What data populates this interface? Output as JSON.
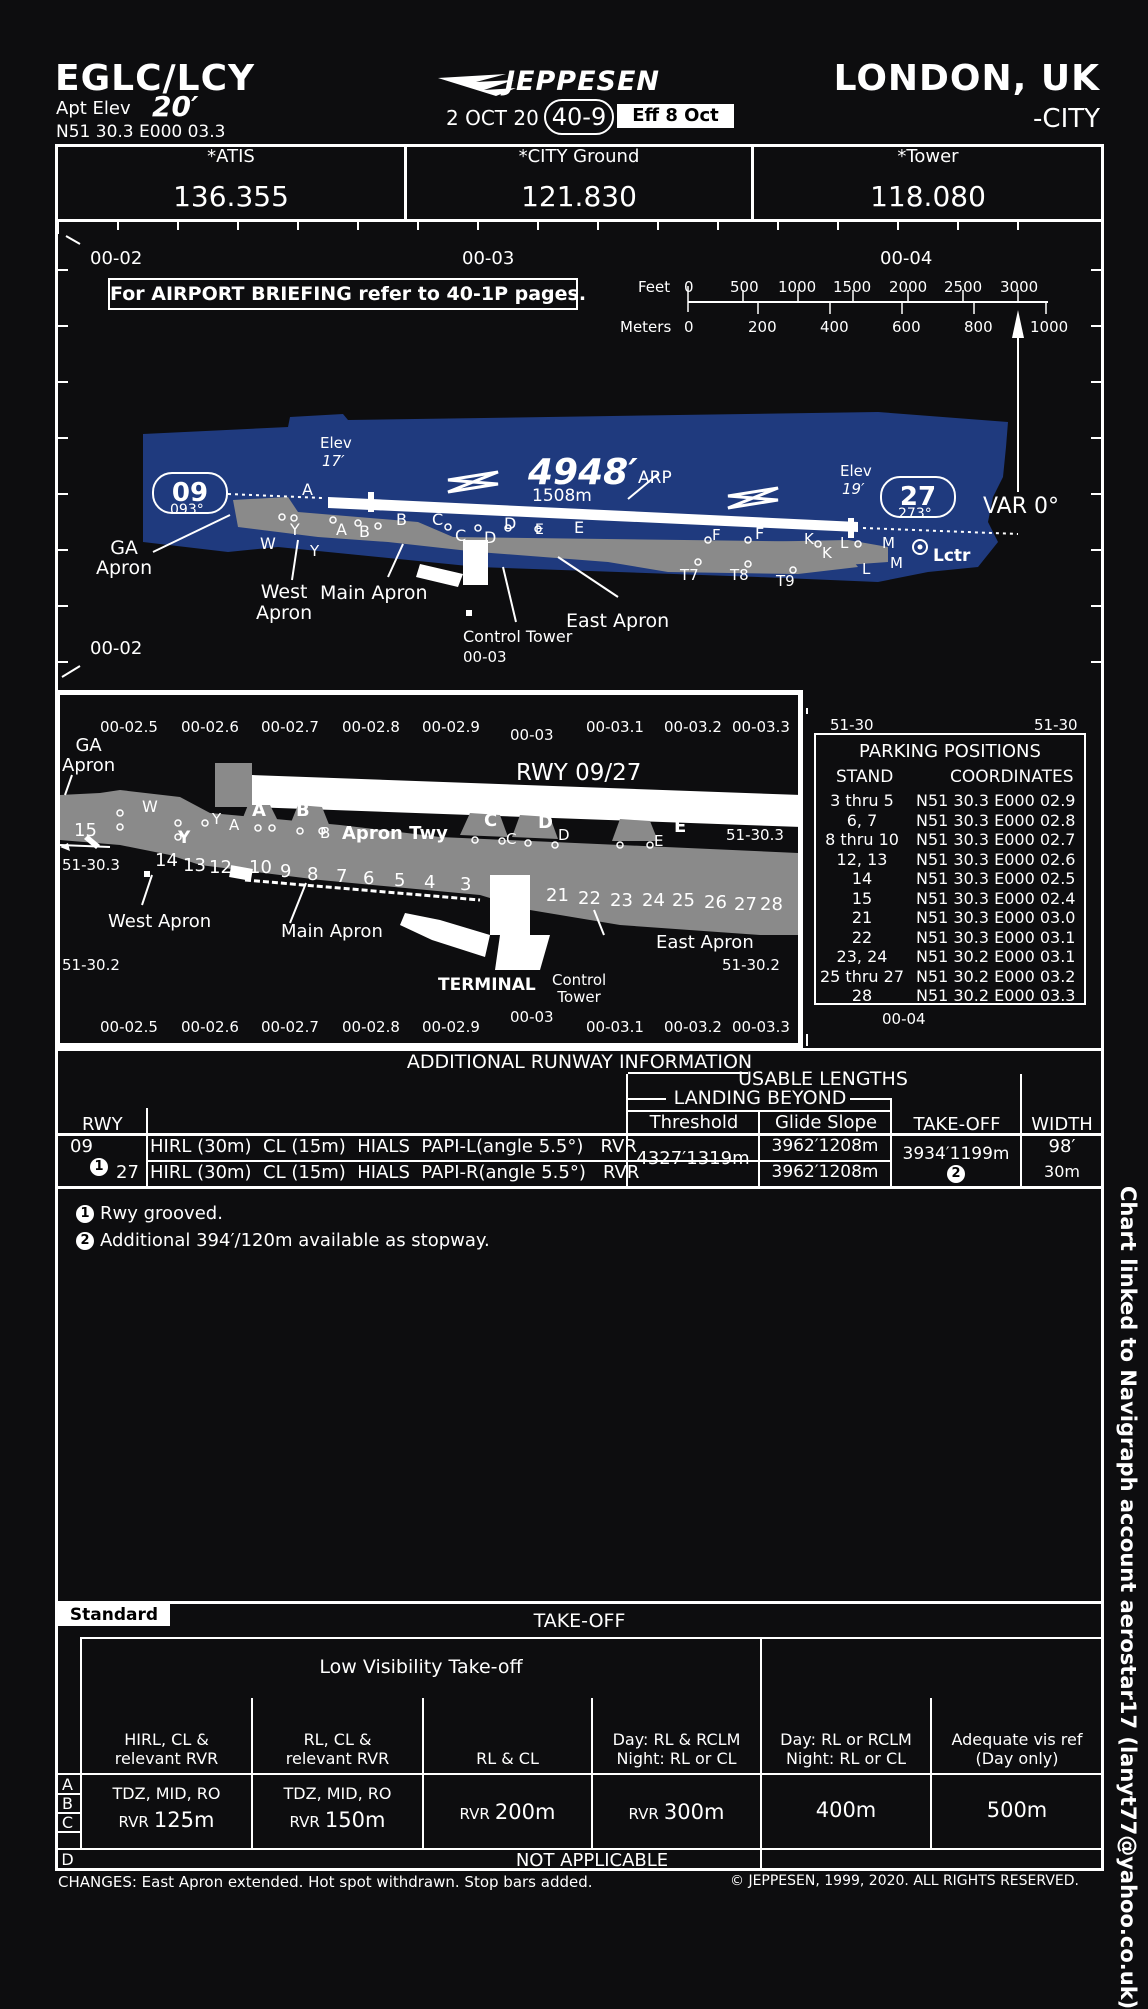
{
  "header": {
    "icao_iata": "EGLC/LCY",
    "apt_elev_label": "Apt Elev",
    "apt_elev_value": "20′",
    "coords": "N51 30.3  E000 03.3",
    "brand": "JEPPESEN",
    "date": "2 OCT 20",
    "chart_no": "40-9",
    "effective": "Eff 8 Oct",
    "city": "LONDON, UK",
    "airport": "-CITY"
  },
  "frequencies": [
    {
      "label": "*ATIS",
      "value": "136.355"
    },
    {
      "label": "*CITY Ground",
      "value": "121.830"
    },
    {
      "label": "*Tower",
      "value": "118.080"
    }
  ],
  "overview": {
    "grid_top": [
      "00-02",
      "00-03",
      "00-04"
    ],
    "grid_bottom_left": "00-02",
    "briefing_note": "For AIRPORT BRIEFING refer to 40-1P pages.",
    "scale_feet_label": "Feet",
    "scale_feet": [
      "0",
      "500",
      "1000",
      "1500",
      "2000",
      "2500",
      "3000"
    ],
    "scale_meters_label": "Meters",
    "scale_meters": [
      "0",
      "200",
      "400",
      "600",
      "800",
      "1000"
    ],
    "runway_length_ft": "4948′",
    "runway_length_m": "1508m",
    "arp": "ARP",
    "rwy09": "09",
    "rwy09_hdg": "093°",
    "rwy27": "27",
    "rwy27_hdg": "273°",
    "elev_label": "Elev",
    "elev_09": "17′",
    "elev_27": "19′",
    "var": "VAR 0°",
    "lctr": "Lctr",
    "labels": {
      "ga_apron": "GA\nApron",
      "west_apron": "West\nApron",
      "main_apron": "Main Apron",
      "east_apron": "East Apron",
      "control_tower": "Control Tower",
      "control_tower_grid": "00-03"
    },
    "taxiways": [
      "A",
      "A",
      "B",
      "B",
      "C",
      "C",
      "D",
      "D",
      "E",
      "E",
      "F",
      "F",
      "K",
      "K",
      "L",
      "L",
      "M",
      "M",
      "W",
      "Y",
      "Y",
      "T7",
      "T8",
      "T9"
    ]
  },
  "detail": {
    "grid_top": [
      "00-02.5",
      "00-02.6",
      "00-02.7",
      "00-02.8",
      "00-02.9",
      "00-03",
      "00-03.1",
      "00-03.2",
      "00-03.3"
    ],
    "grid_bottom": [
      "00-02.5",
      "00-02.6",
      "00-02.7",
      "00-02.8",
      "00-02.9",
      "00-03",
      "00-03.1",
      "00-03.2",
      "00-03.3"
    ],
    "lat_left_top": "51-30.3",
    "lat_right_top": "51-30.3",
    "lat_left_bottom": "51-30.2",
    "lat_right_bottom": "51-30.2",
    "rwy": "RWY 09/27",
    "apron_twy": "Apron Twy",
    "ga_apron": "GA\nApron",
    "west_apron": "West Apron",
    "main_apron": "Main Apron",
    "east_apron": "East Apron",
    "terminal": "TERMINAL",
    "control_tower": "Control\nTower",
    "stands": [
      "15",
      "14",
      "13",
      "12",
      "10",
      "9",
      "8",
      "7",
      "6",
      "5",
      "4",
      "3",
      "21",
      "22",
      "23",
      "24",
      "25",
      "26",
      "27",
      "28"
    ],
    "taxiways": [
      "W",
      "Y",
      "Y",
      "A",
      "A",
      "B",
      "B",
      "C",
      "C",
      "D",
      "D",
      "E",
      "E"
    ]
  },
  "parking": {
    "lat_left": "51-30",
    "lat_right": "51-30",
    "title": "PARKING POSITIONS",
    "col_stand": "STAND",
    "col_coords": "COORDINATES",
    "rows": [
      [
        "3 thru 5",
        "N51 30.3 E000 02.9"
      ],
      [
        "6, 7",
        "N51 30.3 E000 02.8"
      ],
      [
        "8 thru 10",
        "N51 30.3 E000 02.7"
      ],
      [
        "12, 13",
        "N51 30.3 E000 02.6"
      ],
      [
        "14",
        "N51 30.3 E000 02.5"
      ],
      [
        "15",
        "N51 30.3 E000 02.4"
      ],
      [
        "21",
        "N51 30.3 E000 03.0"
      ],
      [
        "22",
        "N51 30.3 E000 03.1"
      ],
      [
        "23, 24",
        "N51 30.2 E000 03.1"
      ],
      [
        "25 thru 27",
        "N51 30.2 E000 03.2"
      ],
      [
        "28",
        "N51 30.2 E000 03.3"
      ]
    ],
    "grid_bottom": "00-04"
  },
  "runway_info": {
    "title": "ADDITIONAL RUNWAY INFORMATION",
    "usable_lengths": "USABLE LENGTHS",
    "landing_beyond": "LANDING BEYOND",
    "col_rwy": "RWY",
    "col_threshold": "Threshold",
    "col_glide": "Glide Slope",
    "col_takeoff": "TAKE-OFF",
    "col_width": "WIDTH",
    "rows": [
      {
        "rwy": "09",
        "lights": "HIRL (30m)  CL (15m)  HIALS  PAPI-L(angle 5.5°)   RVR",
        "glide": "3962′1208m"
      },
      {
        "rwy": "27",
        "lights": "HIRL (30m)  CL (15m)  HIALS  PAPI-R(angle 5.5°)   RVR",
        "glide": "3962′1208m"
      }
    ],
    "threshold": "4327′1319m",
    "takeoff": "3934′1199m",
    "width_ft": "98′",
    "width_m": "30m",
    "note1_num": "1",
    "note1": "Rwy grooved.",
    "note2_num": "2",
    "note2": "Additional 394′/120m available as stopway."
  },
  "takeoff": {
    "tab": "Standard",
    "title": "TAKE-OFF",
    "lvto": "Low Visibility Take-off",
    "cols": [
      "HIRL, CL &\nrelevant RVR",
      "RL, CL &\nrelevant RVR",
      "RL & CL",
      "Day: RL & RCLM\nNight: RL or CL",
      "Day: RL or RCLM\nNight: RL or CL",
      "Adequate vis ref\n(Day only)"
    ],
    "cat_letters": [
      "A",
      "B",
      "C",
      "D"
    ],
    "values": [
      {
        "top": "TDZ, MID, RO",
        "pre": "RVR",
        "val": "125m"
      },
      {
        "top": "TDZ, MID, RO",
        "pre": "RVR",
        "val": "150m"
      },
      {
        "top": "",
        "pre": "RVR",
        "val": "200m"
      },
      {
        "top": "",
        "pre": "RVR",
        "val": "300m"
      },
      {
        "top": "",
        "pre": "",
        "val": "400m"
      },
      {
        "top": "",
        "pre": "",
        "val": "500m"
      }
    ],
    "not_applicable": "NOT APPLICABLE"
  },
  "footer": {
    "changes": "CHANGES:  East Apron extended. Hot spot withdrawn. Stop bars added.",
    "copyright": "© JEPPESEN, 1999, 2020. ALL RIGHTS RESERVED."
  },
  "side_note": "Chart linked to Navigraph account aerostar17 (lanyt77@yahoo.co.uk)"
}
